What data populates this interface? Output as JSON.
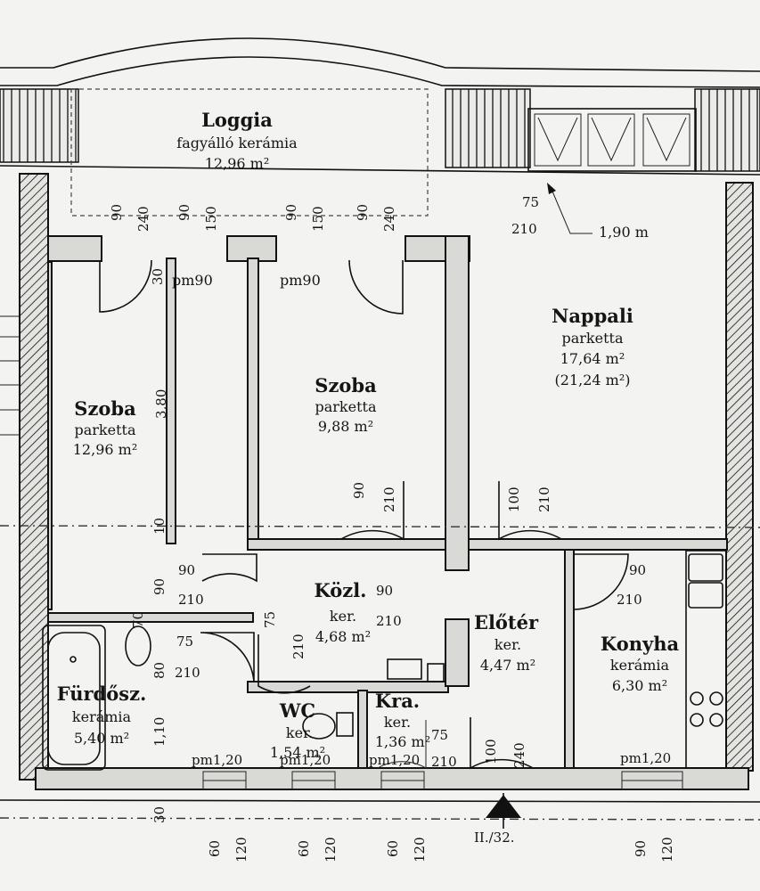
{
  "rooms": {
    "loggia": {
      "name": "Loggia",
      "floor": "fagyálló kerámia",
      "area": "12,96 m²"
    },
    "szoba1": {
      "name": "Szoba",
      "floor": "parketta",
      "area": "12,96 m²"
    },
    "szoba2": {
      "name": "Szoba",
      "floor": "parketta",
      "area": "9,88 m²"
    },
    "nappali": {
      "name": "Nappali",
      "floor": "parketta",
      "area": "17,64 m²",
      "area_total": "(21,24 m²)"
    },
    "kozl": {
      "name": "Közl.",
      "floor": "ker.",
      "area": "4,68 m²"
    },
    "eloter": {
      "name": "Előtér",
      "floor": "ker.",
      "area": "4,47 m²"
    },
    "konyha": {
      "name": "Konyha",
      "floor": "kerámia",
      "area": "6,30 m²"
    },
    "furdo": {
      "name": "Fürdősz.",
      "floor": "kerámia",
      "area": "5,40 m²"
    },
    "wc": {
      "name": "WC",
      "floor": "ker.",
      "area": "1,54 m²"
    },
    "kamra": {
      "name": "Kra.",
      "floor": "ker.",
      "area": "1,36 m²"
    }
  },
  "annotations": {
    "height_note": "1,90 m",
    "parapet": "pm90",
    "parapet_bottom": "pm1,20",
    "section": "II./32."
  },
  "dimensions": {
    "d90": "90",
    "d240": "240",
    "d150": "150",
    "d210": "210",
    "d75": "75",
    "d100": "100",
    "d120": "120",
    "d60": "60",
    "d30": "30",
    "d380": "3,80",
    "d110": "1,10",
    "d80": "80",
    "d70": "70",
    "d10": "10"
  }
}
